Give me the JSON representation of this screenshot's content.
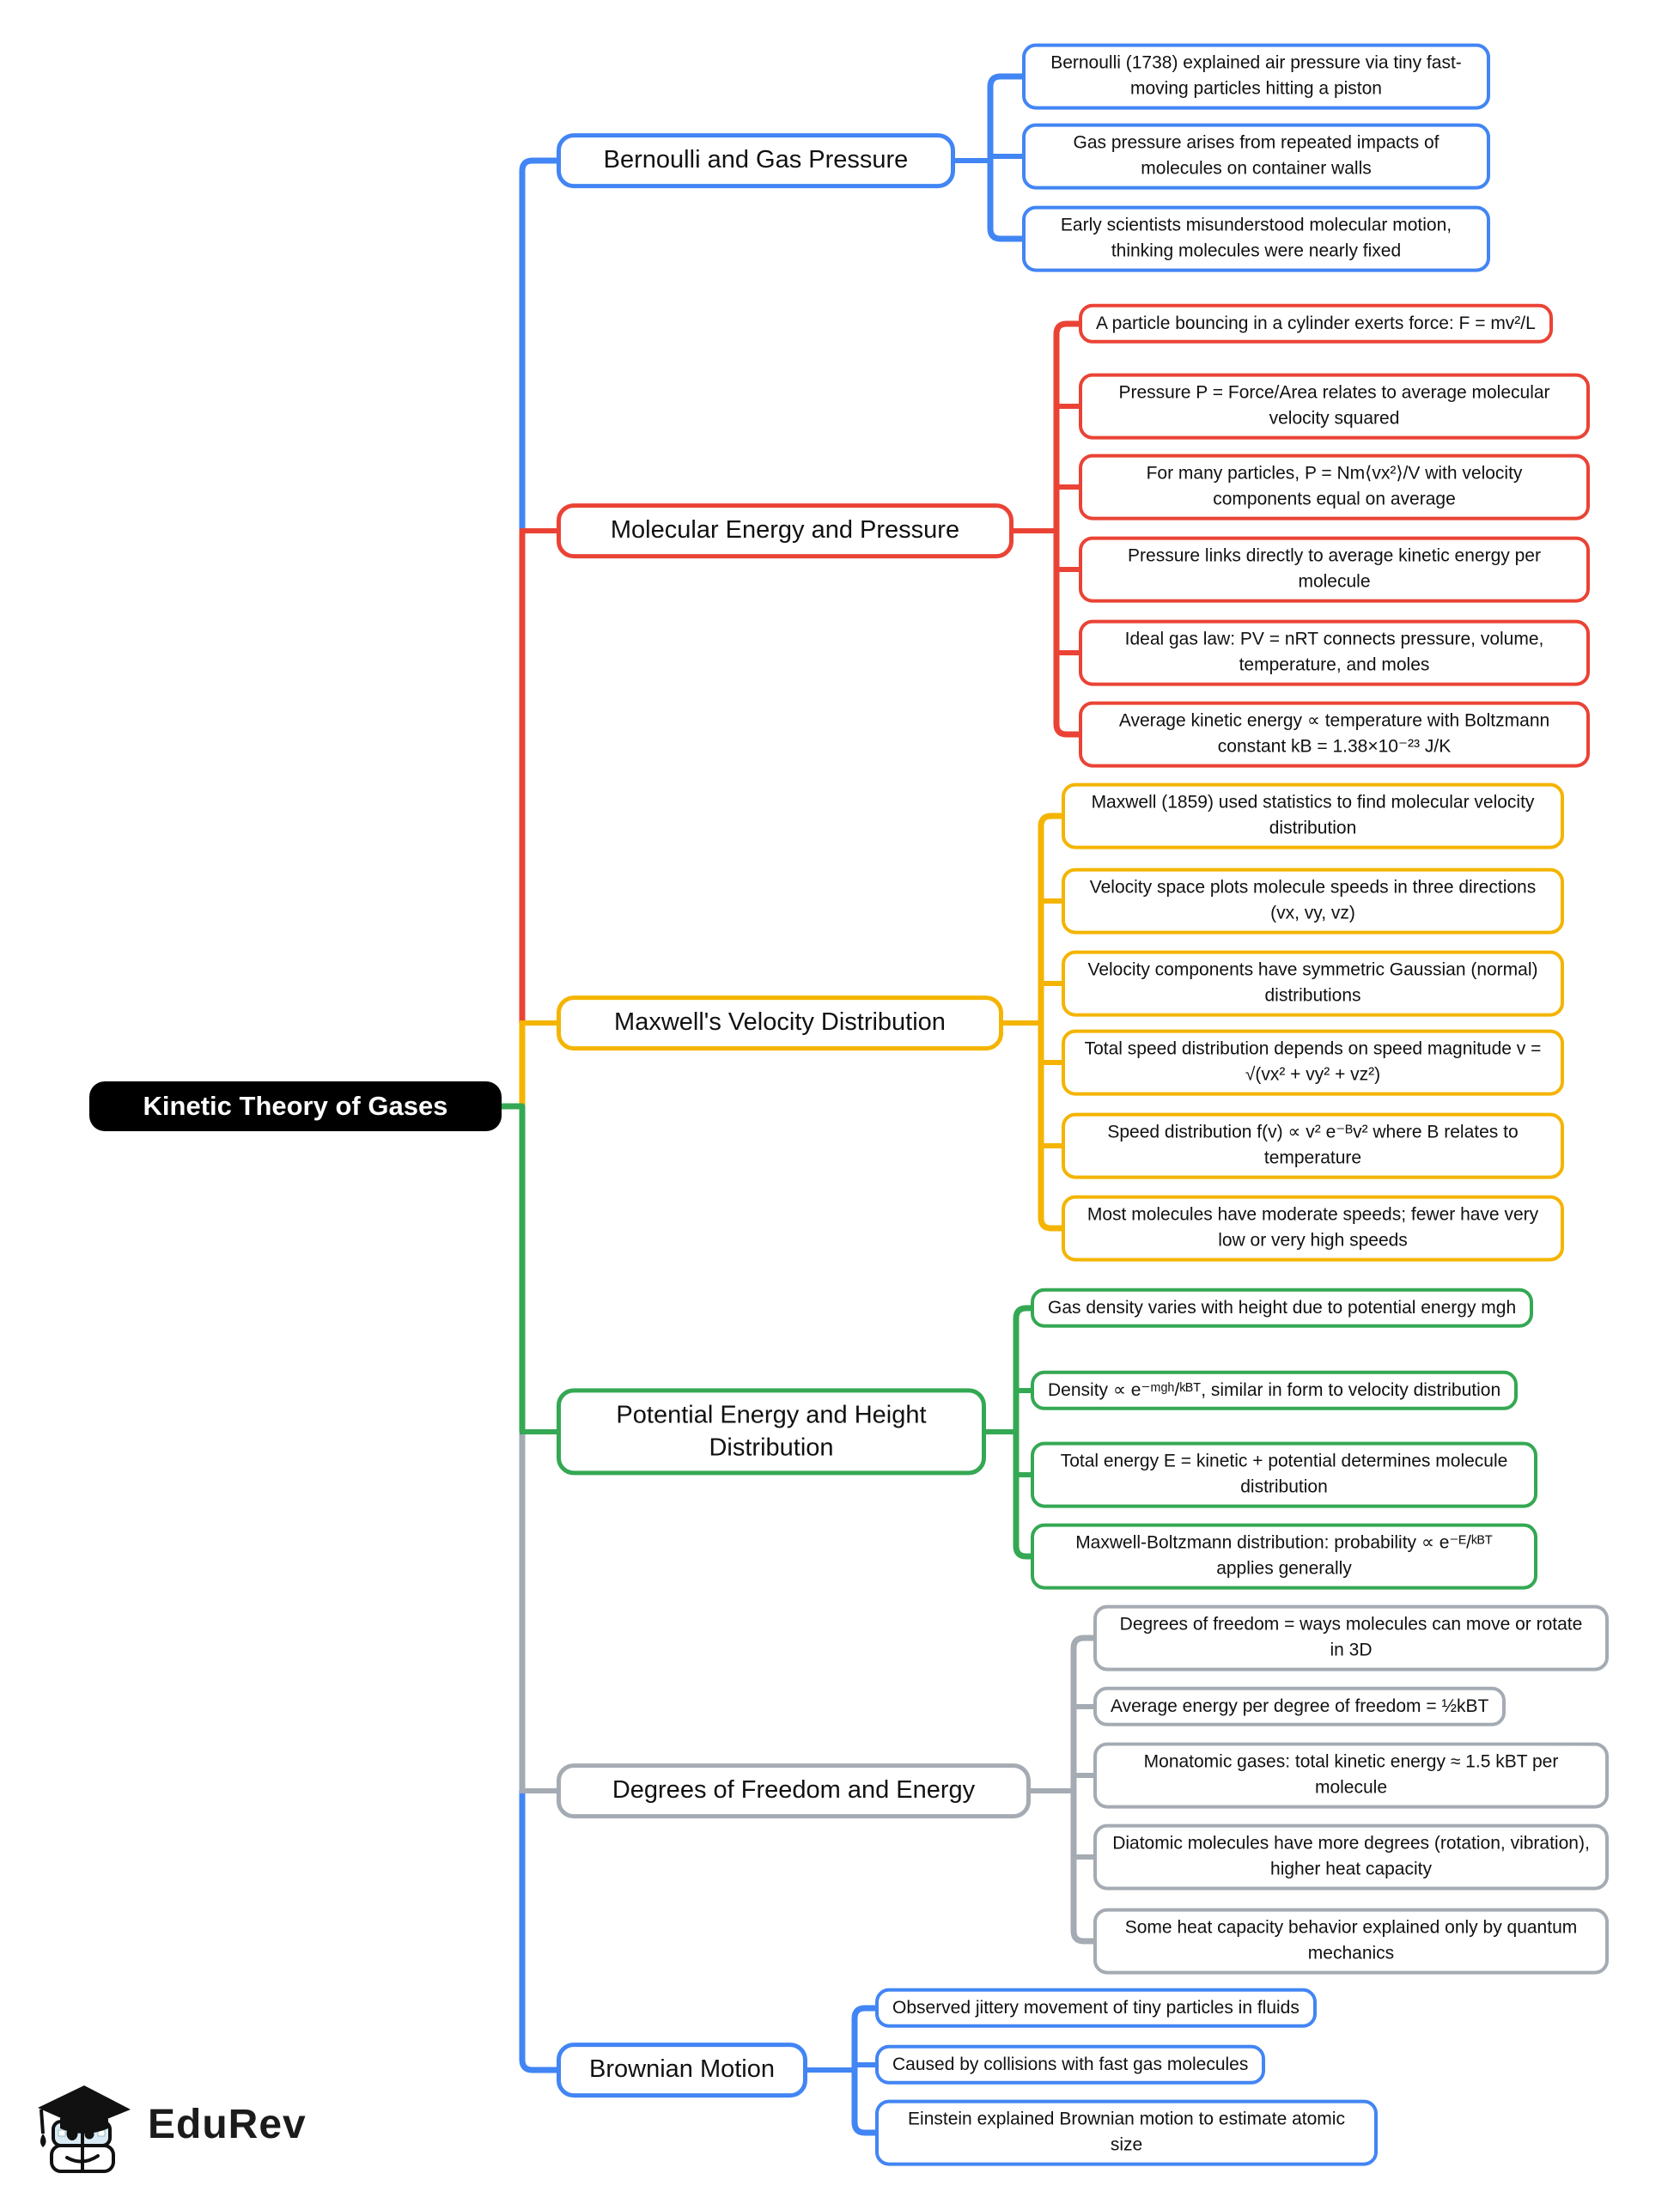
{
  "root": {
    "label": "Kinetic Theory of Gases"
  },
  "colors": {
    "blue": "#4285F4",
    "red": "#EA4335",
    "yellow": "#F4B400",
    "green": "#34A853",
    "gray": "#A5ABB3",
    "root_bg": "#000000",
    "root_text": "#ffffff"
  },
  "branches": [
    {
      "id": "bernoulli",
      "label": "Bernoulli and Gas Pressure",
      "color": "#4285F4",
      "children": [
        "Bernoulli (1738) explained air pressure via tiny fast-moving particles hitting a piston",
        "Gas pressure arises from repeated impacts of molecules on container walls",
        "Early scientists misunderstood molecular motion, thinking molecules were nearly fixed"
      ]
    },
    {
      "id": "molecular-energy",
      "label": "Molecular Energy and Pressure",
      "color": "#EA4335",
      "children": [
        "A particle bouncing in a cylinder exerts force: F = mv²/L",
        "Pressure P = Force/Area relates to average molecular velocity squared",
        "For many particles, P = Nm⟨vx²⟩/V with velocity components equal on average",
        "Pressure links directly to average kinetic energy per molecule",
        "Ideal gas law: PV = nRT connects pressure, volume, temperature, and moles",
        "Average kinetic energy ∝ temperature with Boltzmann constant kB = 1.38×10⁻²³ J/K"
      ]
    },
    {
      "id": "maxwell",
      "label": "Maxwell's Velocity Distribution",
      "color": "#F4B400",
      "children": [
        "Maxwell (1859) used statistics to find molecular velocity distribution",
        "Velocity space plots molecule speeds in three directions (vx, vy, vz)",
        "Velocity components have symmetric Gaussian (normal) distributions",
        "Total speed distribution depends on speed magnitude v = √(vx² + vy² + vz²)",
        "Speed distribution f(v) ∝ v² e⁻ᴮv² where B relates to temperature",
        "Most molecules have moderate speeds; fewer have very low or very high speeds"
      ]
    },
    {
      "id": "potential-height",
      "label": "Potential Energy and Height Distribution",
      "color": "#34A853",
      "children": [
        "Gas density varies with height due to potential energy mgh",
        "Density ∝ e⁻ᵐᵍʰ/ᵏᴮᵀ, similar in form to velocity distribution",
        "Total energy E = kinetic + potential determines molecule distribution",
        "Maxwell-Boltzmann distribution: probability ∝ e⁻ᴱ/ᵏᴮᵀ applies generally"
      ]
    },
    {
      "id": "degrees-freedom",
      "label": "Degrees of Freedom and Energy",
      "color": "#A5ABB3",
      "children": [
        "Degrees of freedom = ways molecules can move or rotate in 3D",
        "Average energy per degree of freedom = ½kBT",
        "Monatomic gases: total kinetic energy ≈ 1.5 kBT per molecule",
        "Diatomic molecules have more degrees (rotation, vibration), higher heat capacity",
        "Some heat capacity behavior explained only by quantum mechanics"
      ]
    },
    {
      "id": "brownian",
      "label": "Brownian Motion",
      "color": "#4285F4",
      "children": [
        "Observed jittery movement of tiny particles in fluids",
        "Caused by collisions with fast gas molecules",
        "Einstein explained Brownian motion to estimate atomic size"
      ]
    }
  ],
  "logo": {
    "text": "EduRev"
  }
}
